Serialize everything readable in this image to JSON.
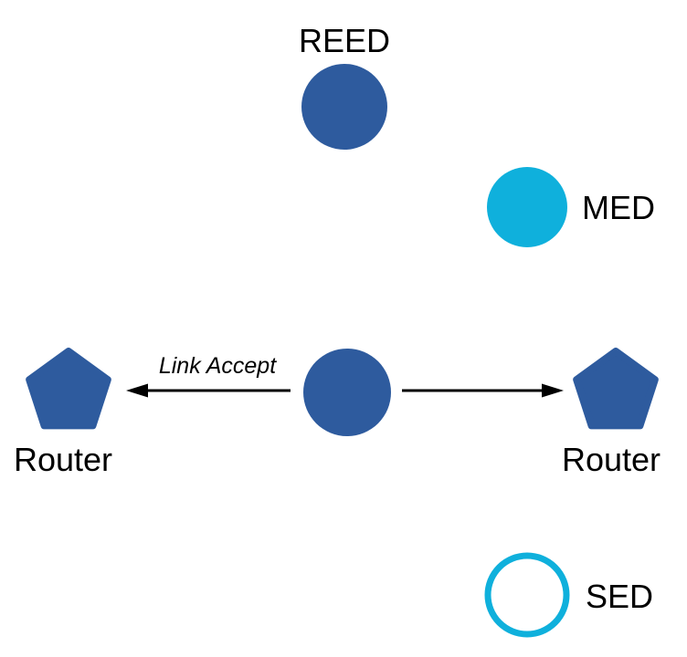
{
  "diagram": {
    "description": "Network role topology diagram",
    "labels": {
      "reed": "REED",
      "med": "MED",
      "sed": "SED",
      "router_left": "Router",
      "router_right": "Router",
      "link_accept": "Link Accept"
    },
    "colors": {
      "node_blue": "#2E5B9E",
      "node_cyan": "#0FB0DC",
      "arrow": "#000000",
      "text": "#000000",
      "background": "#FFFFFF"
    },
    "nodes": [
      {
        "id": "reed",
        "label": "REED",
        "shape": "circle",
        "fill": "solid-blue"
      },
      {
        "id": "med",
        "label": "MED",
        "shape": "circle",
        "fill": "solid-cyan"
      },
      {
        "id": "center",
        "label": "",
        "shape": "circle",
        "fill": "solid-blue"
      },
      {
        "id": "router-left",
        "label": "Router",
        "shape": "pentagon",
        "fill": "solid-blue"
      },
      {
        "id": "router-right",
        "label": "Router",
        "shape": "pentagon",
        "fill": "solid-blue"
      },
      {
        "id": "sed",
        "label": "SED",
        "shape": "circle",
        "fill": "outline-cyan"
      }
    ],
    "edges": [
      {
        "from": "center",
        "to": "router-left",
        "label": "Link Accept",
        "arrow": "left"
      },
      {
        "from": "center",
        "to": "router-right",
        "label": "",
        "arrow": "right"
      }
    ]
  }
}
